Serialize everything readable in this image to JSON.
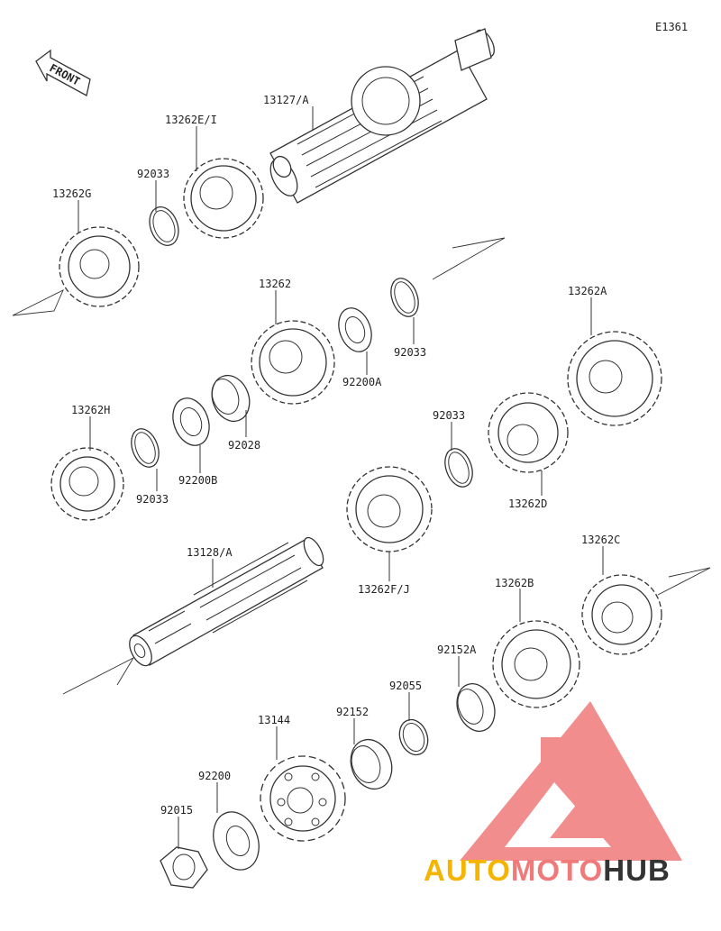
{
  "diagram_code": "E1361",
  "front_label": "FRONT",
  "parts": {
    "p13127A": "13127/A",
    "p13262EI": "13262E/I",
    "p92033a": "92033",
    "p13262G": "13262G",
    "p13262": "13262",
    "p92033b": "92033",
    "p92200A": "92200A",
    "p13262A": "13262A",
    "p13262H": "13262H",
    "p92033c": "92033",
    "p92200B": "92200B",
    "p92028": "92028",
    "p92033d": "92033",
    "p13262D": "13262D",
    "p13262FJ": "13262F/J",
    "p13128A": "13128/A",
    "p13262C": "13262C",
    "p13262B": "13262B",
    "p92152A": "92152A",
    "p92055": "92055",
    "p92152": "92152",
    "p13144": "13144",
    "p92200": "92200",
    "p92015": "92015"
  },
  "brand": {
    "part1": "AUTO",
    "part2": "MOTO",
    "part3": "HUB",
    "color1": "#f5b400",
    "color2": "#f07a7a",
    "color3": "#333333",
    "logo_color": "#f07a7a"
  },
  "colors": {
    "line": "#333333",
    "background": "#ffffff"
  }
}
